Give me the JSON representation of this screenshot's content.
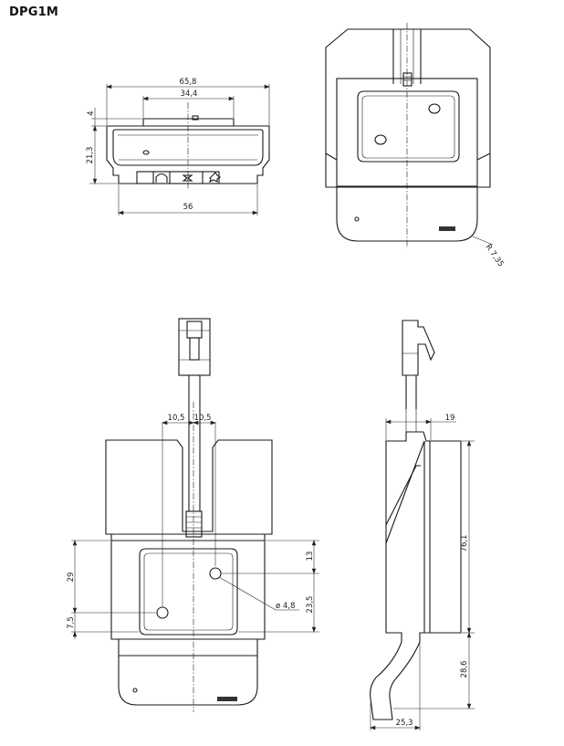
{
  "title": "DPG1M",
  "dimensions": {
    "front_top_width": "65,8",
    "front_inner_width": "34,4",
    "front_small_height": "4",
    "front_height": "21,3",
    "front_bottom_width": "56",
    "radius": "R 7,35",
    "offset_left": "10,5",
    "offset_right": "10,5",
    "height_29": "29",
    "height_7_5": "7,5",
    "height_13": "13",
    "height_23_5": "23,5",
    "hole_dia": "ø 4,8",
    "side_depth": "19",
    "side_height": "76,1",
    "side_lower_height": "28,6",
    "side_base_width": "25,3"
  }
}
